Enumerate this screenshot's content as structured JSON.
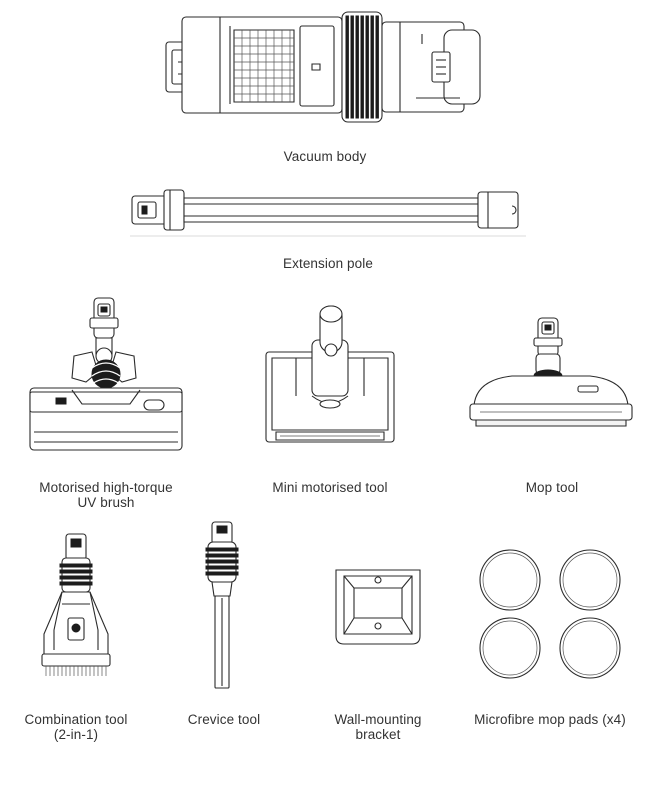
{
  "parts": {
    "vacuum_body": "Vacuum body",
    "extension_pole": "Extension pole",
    "motorised_brush_line1": "Motorised high-torque",
    "motorised_brush_line2": "UV brush",
    "mini_tool": "Mini motorised tool",
    "mop_tool": "Mop tool",
    "combination_tool_line1": "Combination tool",
    "combination_tool_line2": "(2-in-1)",
    "crevice_tool": "Crevice tool",
    "wall_bracket_line1": "Wall-mounting",
    "wall_bracket_line2": "bracket",
    "mop_pads": "Microfibre mop pads (x4)"
  },
  "icons": [
    "vacuum-body-icon",
    "extension-pole-icon",
    "motorised-brush-icon",
    "mini-motorised-tool-icon",
    "mop-tool-icon",
    "combination-tool-icon",
    "crevice-tool-icon",
    "wall-bracket-icon",
    "mop-pad-icon"
  ]
}
